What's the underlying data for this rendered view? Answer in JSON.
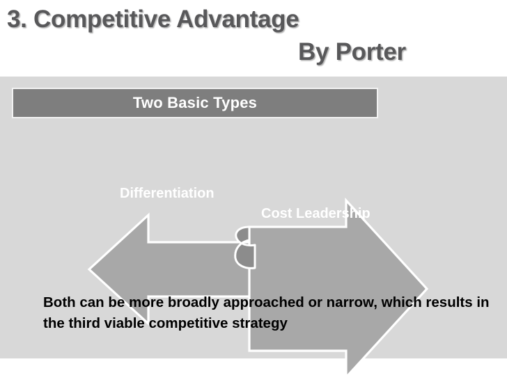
{
  "slide": {
    "title_line_1": "3. Competitive Advantage",
    "title_line_2": "By Porter",
    "banner_label": "Two Basic Types",
    "left_arrow_label": "Differentiation",
    "right_arrow_label": "Cost Leadership",
    "bottom_note": "Both can be more broadly approached or narrow, which results in the third viable competitive strategy"
  },
  "colors": {
    "title_text": "#58585A",
    "content_background": "#D8D8D8",
    "banner_fill": "#7E7E7E",
    "banner_border": "#F2F2F2",
    "arrow_fill": "#A8A8A8",
    "arrow_outline": "#FFFFFF",
    "arrow_curl_shadow": "#8C8C8C",
    "arrow_label_text": "#FFFFFF",
    "bottom_note_text": "#000000",
    "slide_background": "#FFFFFF"
  },
  "icons": {
    "left_arrow": "arrow-left-icon",
    "right_arrow": "arrow-right-icon",
    "curl": "page-curl-icon"
  }
}
